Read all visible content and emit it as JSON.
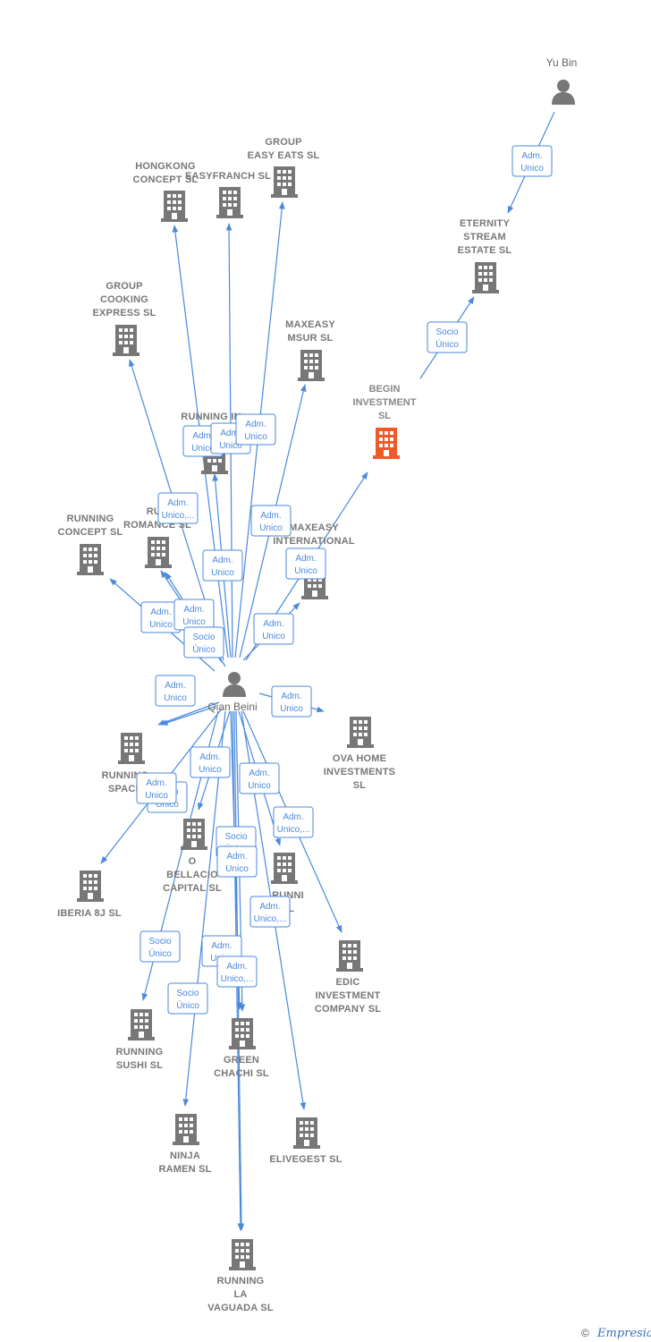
{
  "colors": {
    "edge": "#4a89dc",
    "building": "#777777",
    "building_highlight": "#f05a28",
    "person": "#777777"
  },
  "persons": [
    {
      "id": "yubin",
      "name": "Yu Bin"
    },
    {
      "id": "qian",
      "name": "Qian Beini"
    }
  ],
  "companies": [
    {
      "id": "hongkong",
      "label": [
        "HONGKONG",
        "CONCEPT  SL"
      ]
    },
    {
      "id": "easyfranch",
      "label": [
        "EASYFRANCH  SL"
      ]
    },
    {
      "id": "groupeasy",
      "label": [
        "GROUP",
        "EASY EATS SL"
      ]
    },
    {
      "id": "eternity",
      "label": [
        "ETERNITY",
        "STREAM",
        "ESTATE  SL"
      ]
    },
    {
      "id": "groupcooking",
      "label": [
        "GROUP",
        "COOKING",
        "EXPRESS  SL"
      ]
    },
    {
      "id": "maxmsur",
      "label": [
        "MAXEASY",
        "MSUR  SL"
      ]
    },
    {
      "id": "begin",
      "label": [
        "BEGIN",
        "INVESTMENT",
        "SL"
      ],
      "highlight": true
    },
    {
      "id": "runningin",
      "label": [
        "RUNNING IN"
      ]
    },
    {
      "id": "runningconcept",
      "label": [
        "RUNNING",
        "CONCEPT  SL"
      ]
    },
    {
      "id": "runromance",
      "label": [
        "RUN",
        "ROMANCE  SL"
      ]
    },
    {
      "id": "maxintl",
      "label": [
        "MAXEASY",
        "INTERNATIONAL"
      ]
    },
    {
      "id": "novahome",
      "label": [
        "OVA HOME",
        "INVESTMENTS",
        "SL"
      ]
    },
    {
      "id": "runningspace",
      "label": [
        "RUNNING",
        "SPACE"
      ]
    },
    {
      "id": "bellacio",
      "label": [
        "O",
        "BELLACIO",
        "CAPITAL  SL"
      ]
    },
    {
      "id": "iberia",
      "label": [
        "IBERIA 8J  SL"
      ]
    },
    {
      "id": "runni",
      "label": [
        "RUNNI",
        "SL"
      ]
    },
    {
      "id": "edic",
      "label": [
        "EDIC",
        "INVESTMENT",
        "COMPANY SL"
      ]
    },
    {
      "id": "sushi",
      "label": [
        "RUNNING",
        "SUSHI  SL"
      ]
    },
    {
      "id": "chachi",
      "label": [
        "GREEN",
        "CHACHI  SL"
      ]
    },
    {
      "id": "ninja",
      "label": [
        "NINJA",
        "RAMEN  SL"
      ]
    },
    {
      "id": "elivegest",
      "label": [
        "ELIVEGEST  SL"
      ]
    },
    {
      "id": "vaguada",
      "label": [
        "RUNNING",
        "LA",
        "VAGUADA  SL"
      ]
    }
  ],
  "edges": [
    {
      "from": "yubin",
      "to": "eternity",
      "label": [
        "Adm.",
        "Unico"
      ]
    },
    {
      "from": "begin",
      "to": "eternity",
      "label": [
        "Socio",
        "Único"
      ]
    },
    {
      "from": "qian",
      "to": "hongkong",
      "label": [
        "Adm.",
        "Unico"
      ]
    },
    {
      "from": "qian",
      "to": "easyfranch",
      "label": [
        "Adm.",
        "Unico"
      ]
    },
    {
      "from": "qian",
      "to": "groupeasy",
      "label": [
        "Adm.",
        "Unico"
      ]
    },
    {
      "from": "qian",
      "to": "groupcooking",
      "label": [
        "Adm.",
        "Unico,..."
      ]
    },
    {
      "from": "qian",
      "to": "maxmsur",
      "label": [
        "Adm.",
        "Unico"
      ]
    },
    {
      "from": "qian",
      "to": "begin",
      "label": [
        "Adm.",
        "Unico"
      ]
    },
    {
      "from": "qian",
      "to": "runningin",
      "label": [
        "Adm.",
        "Unico"
      ]
    },
    {
      "from": "qian",
      "to": "runningconcept",
      "label": [
        "Adm.",
        "Unico"
      ]
    },
    {
      "from": "qian",
      "to": "runromance",
      "label": [
        "Adm.",
        "Unico"
      ]
    },
    {
      "from": "qian",
      "to": "runromance",
      "label": [
        "Socio",
        "Único"
      ]
    },
    {
      "from": "qian",
      "to": "maxintl",
      "label": [
        "Adm.",
        "Unico"
      ]
    },
    {
      "from": "qian",
      "to": "novahome",
      "label": [
        "Adm.",
        "Unico"
      ]
    },
    {
      "from": "qian",
      "to": "runningspace",
      "label": [
        "Adm.",
        "Unico"
      ]
    },
    {
      "from": "qian",
      "to": "runningspace",
      "label": [
        "Socio",
        "Único"
      ]
    },
    {
      "from": "qian",
      "to": "bellacio",
      "label": [
        "Adm.",
        "Unico"
      ]
    },
    {
      "from": "qian",
      "to": "iberia",
      "label": [
        "Adm.",
        "Unico"
      ]
    },
    {
      "from": "qian",
      "to": "runni",
      "label": [
        "Adm.",
        "Unico"
      ]
    },
    {
      "from": "qian",
      "to": "edic",
      "label": [
        "Adm.",
        "Unico,..."
      ]
    },
    {
      "from": "qian",
      "to": "sushi",
      "label": [
        "Socio",
        "Único"
      ]
    },
    {
      "from": "qian",
      "to": "chachi",
      "label": [
        "Adm.",
        "Unico"
      ]
    },
    {
      "from": "qian",
      "to": "chachi",
      "label": [
        "Adm.",
        "Unico,..."
      ]
    },
    {
      "from": "qian",
      "to": "ninja",
      "label": [
        "Socio",
        "Único"
      ]
    },
    {
      "from": "qian",
      "to": "elivegest",
      "label": [
        "Adm.",
        "Unico,..."
      ]
    },
    {
      "from": "qian",
      "to": "vaguada",
      "label": [
        "Socio",
        "Único"
      ]
    },
    {
      "from": "qian",
      "to": "vaguada",
      "label": [
        "Adm.",
        "Unico"
      ]
    }
  ],
  "footer": {
    "copyright": "©",
    "brand": "Empresia"
  }
}
